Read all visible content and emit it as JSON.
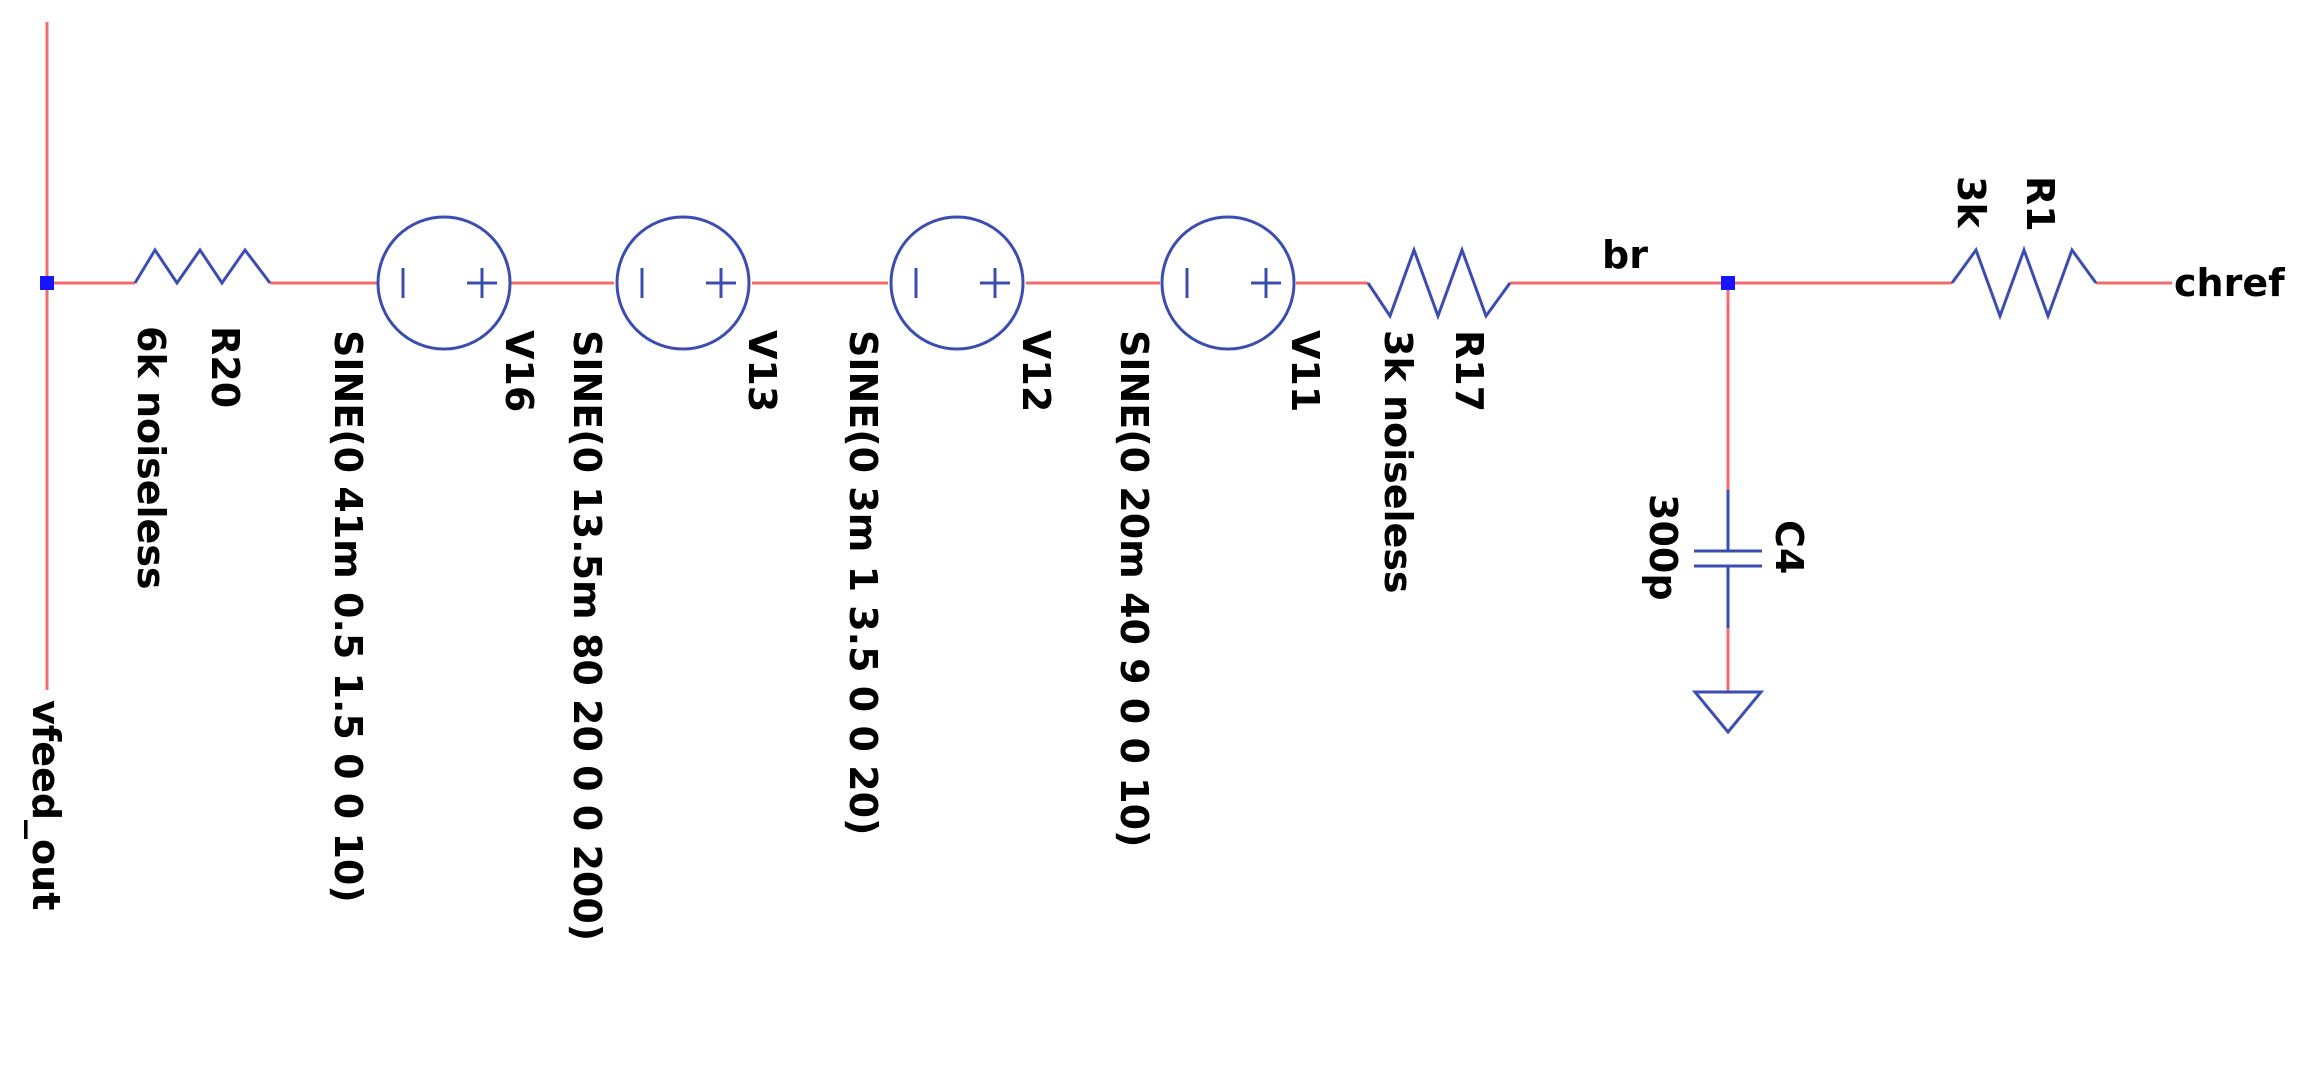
{
  "colors": {
    "wire": "#f26c6c",
    "component": "#3b4db0",
    "junction": "#1515ff",
    "text": "#000000"
  },
  "nets": {
    "left": "vfeed_out",
    "mid": "br",
    "right": "chref"
  },
  "components": {
    "r20": {
      "ref": "R20",
      "value": "6k noiseless"
    },
    "v16": {
      "ref": "V16",
      "value": "SINE(0 41m 0.5 1.5 0 0 10)"
    },
    "v13": {
      "ref": "V13",
      "value": "SINE(0 13.5m 80 20 0 0 200)"
    },
    "v12": {
      "ref": "V12",
      "value": "SINE(0 3m 1 3.5 0 0 20)"
    },
    "v11": {
      "ref": "V11",
      "value": "SINE(0 20m 40 9 0 0 10)"
    },
    "r17": {
      "ref": "R17",
      "value": "3k noiseless"
    },
    "c4": {
      "ref": "C4",
      "value": "300p"
    },
    "r1": {
      "ref": "R1",
      "value": "3k"
    }
  },
  "source_marks": {
    "minus": "|",
    "plus": "+"
  }
}
